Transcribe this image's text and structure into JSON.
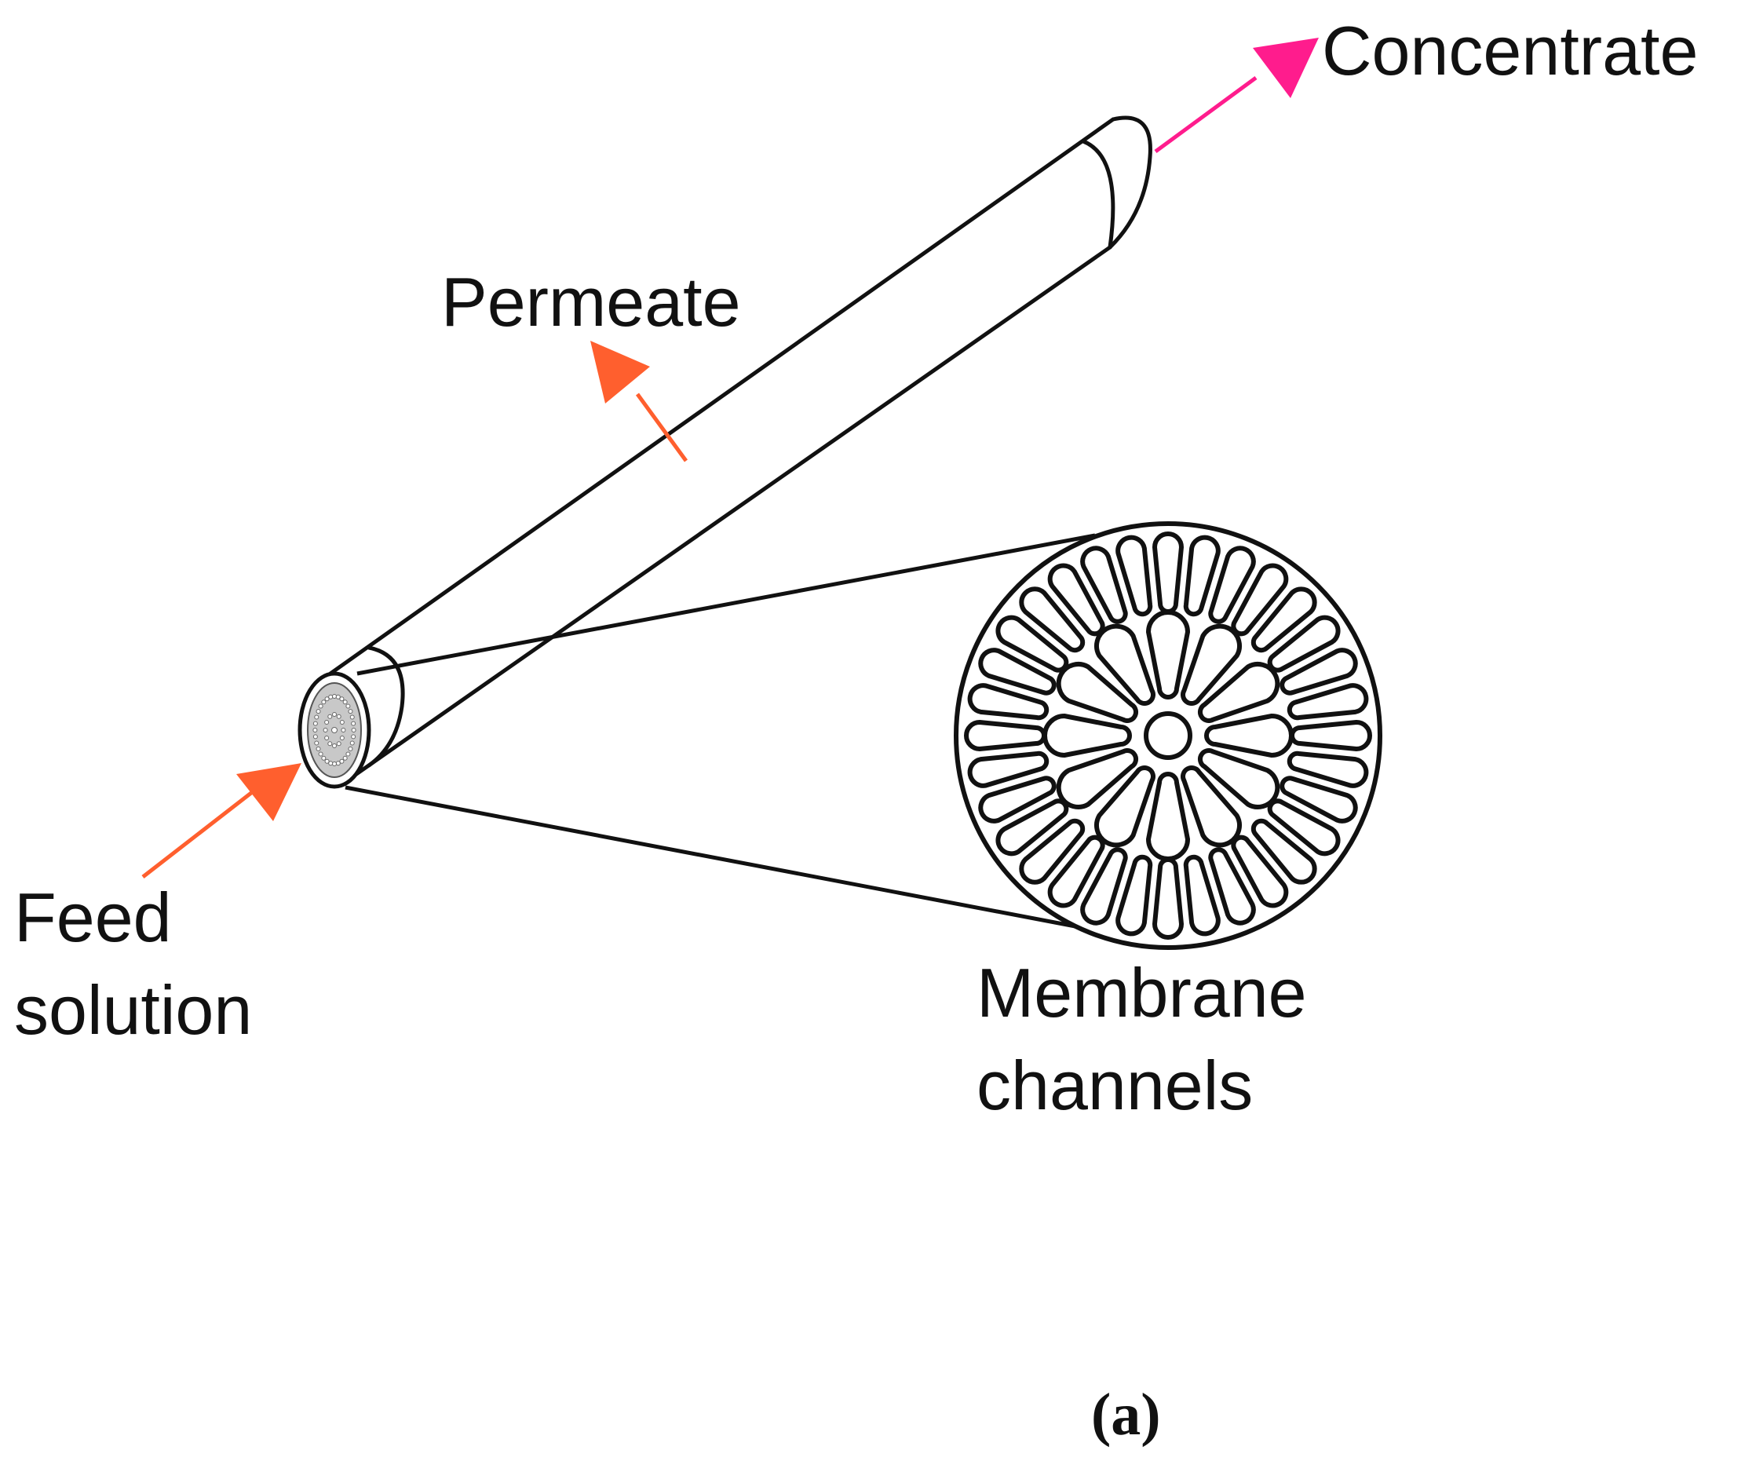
{
  "labels": {
    "concentrate": "Concentrate",
    "permeate": "Permeate",
    "feed_line1": "Feed",
    "feed_line2": "solution",
    "membrane_line1": "Membrane",
    "membrane_line2": "channels",
    "panel": "(a)"
  },
  "colors": {
    "outline": "#111111",
    "feed_arrow": "#ff5f2e",
    "permeate_arrow": "#ff5f2e",
    "concentrate_arrow": "#ff1c8d",
    "end_cap_fill": "#c8c8c8"
  },
  "membrane_section": {
    "outer_ring_channels": 32,
    "inner_ring_channels": 12,
    "central_channel": 1
  }
}
